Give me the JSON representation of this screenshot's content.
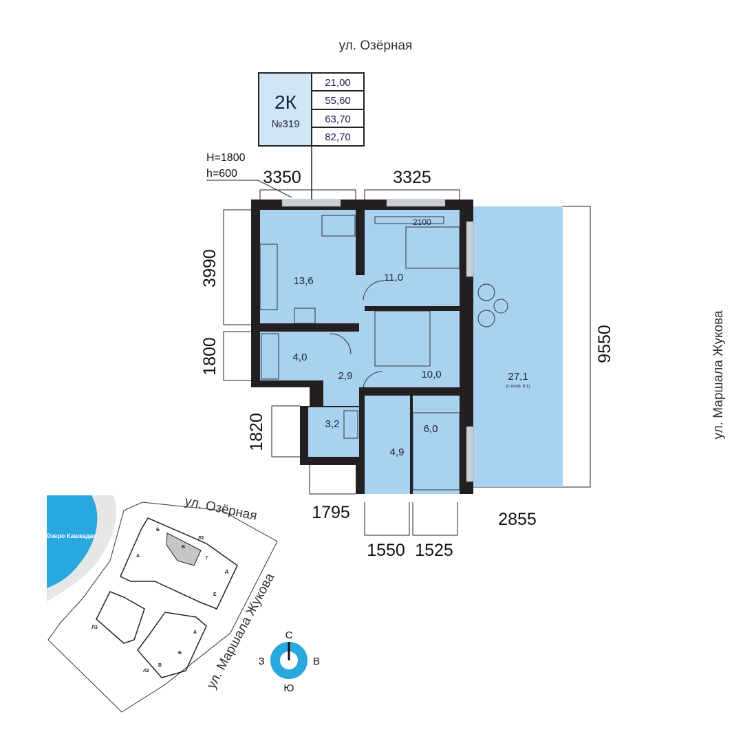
{
  "streets": {
    "top": "ул. Озёрная",
    "right": "ул. Маршала Жукова"
  },
  "apartment": {
    "type": "2К",
    "number": "№319",
    "areas": [
      "21,00",
      "55,60",
      "63,70",
      "82,70"
    ]
  },
  "window_note": {
    "H": "H=1800",
    "h": "h=600"
  },
  "dimensions": {
    "top_left": "3350",
    "top_right": "3325",
    "left_upper": "3990",
    "left_middle": "1800",
    "left_lower": "1820",
    "bottom_1": "1795",
    "bottom_2": "1550",
    "bottom_3": "1525",
    "bottom_right": "2855",
    "right": "9550",
    "bed_width": "2100"
  },
  "rooms": {
    "kitchen_living": "13,6",
    "bedroom_1": "11,0",
    "bedroom_2": "10,0",
    "bathroom": "4,0",
    "hall": "2,9",
    "hallway": "3,2",
    "wc": "4,9",
    "wardrobe": "6,0",
    "terrace": "27,1",
    "terrace_note": "(с коэф. 8.1)"
  },
  "site_plan": {
    "lake": "Озеро Кашкадан",
    "street_top": "ул. Озёрная",
    "street_right": "ул. Маршала Жукова",
    "buildings": {
      "L1": "Л1",
      "L2": "Л2",
      "L3": "Л3"
    },
    "sections_L1": [
      "А",
      "Б",
      "В",
      "Г",
      "Д",
      "Е"
    ],
    "sections_L2": [
      "А",
      "Б",
      "В"
    ],
    "selected_section": "В"
  },
  "compass": {
    "north": "С",
    "south": "Ю",
    "west": "З",
    "east": "В"
  },
  "colors": {
    "room": "#a8d2ef",
    "wall": "#231f20",
    "lake": "#29a8e0",
    "info_box": "#cfe6f6",
    "text": "#1f1d4a"
  }
}
